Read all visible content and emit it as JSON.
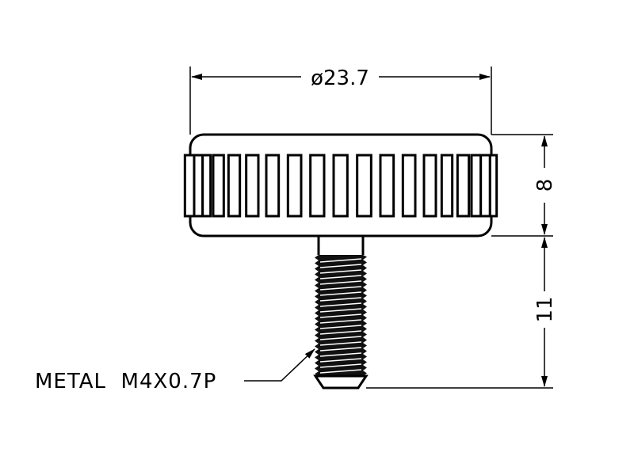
{
  "dimensions": {
    "diameter": "ø23.7",
    "head_height": "8",
    "thread_length": "11"
  },
  "callout": {
    "material_thread": "METAL  M4X0.7P"
  },
  "colors": {
    "line": "#000000",
    "background": "#ffffff"
  }
}
